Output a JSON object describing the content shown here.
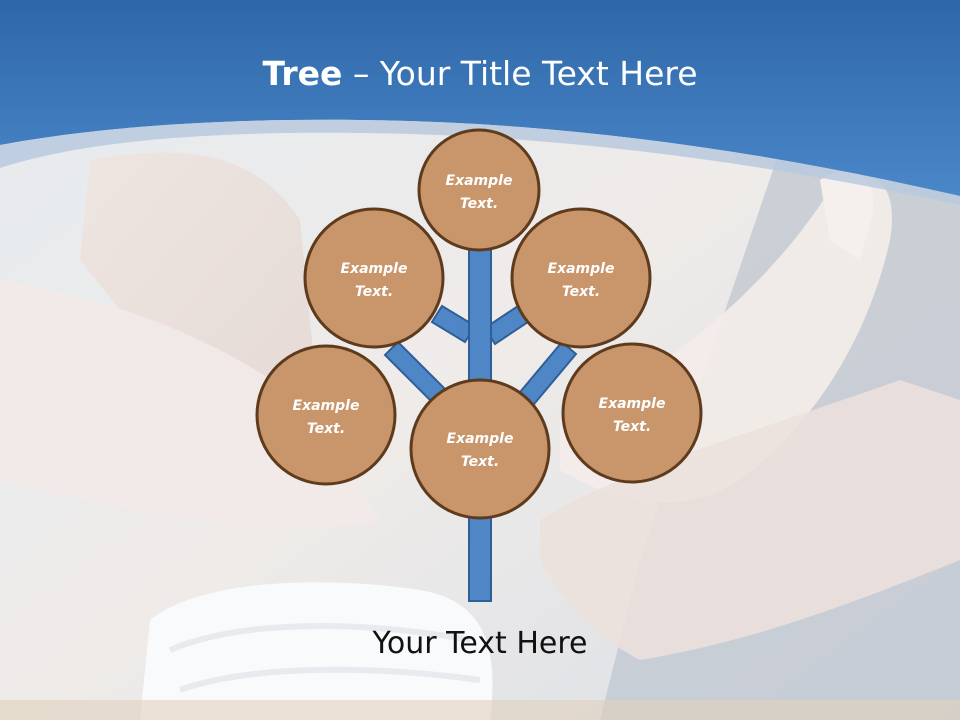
{
  "slide": {
    "title_bold": "Tree",
    "title_rest": " – Your Title Text Here",
    "caption": "Your Text Here",
    "nodes": [
      {
        "line1": "Example",
        "line2": "Text."
      },
      {
        "line1": "Example",
        "line2": "Text."
      },
      {
        "line1": "Example",
        "line2": "Text."
      },
      {
        "line1": "Example",
        "line2": "Text."
      },
      {
        "line1": "Example",
        "line2": "Text."
      },
      {
        "line1": "Example",
        "line2": "Text."
      }
    ]
  },
  "colors": {
    "header_blue": "#3d78bf",
    "trunk_blue": "#4f86c6",
    "trunk_outline": "#2f5f99",
    "node_fill": "#c9956a",
    "node_outline": "#5e3b1d"
  }
}
